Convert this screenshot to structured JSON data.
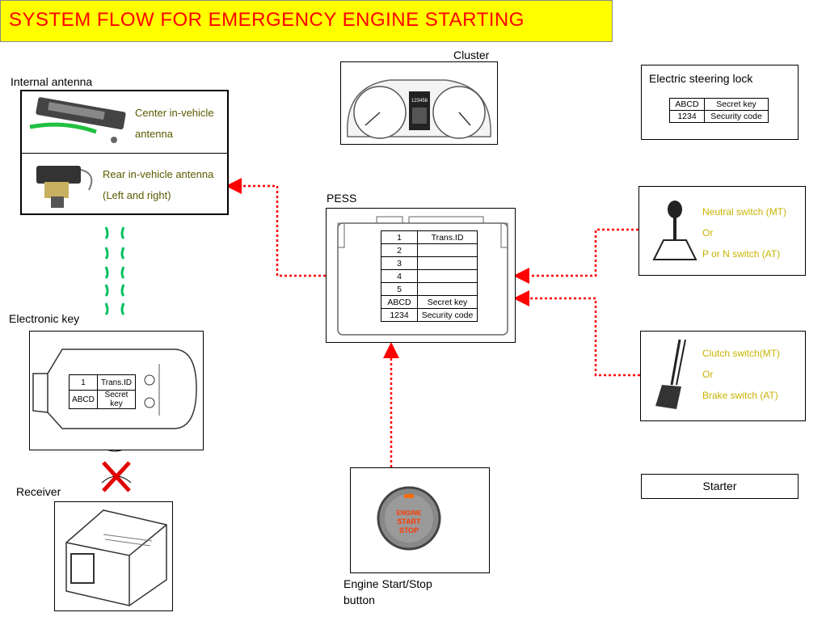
{
  "title": "SYSTEM FLOW FOR EMERGENCY ENGINE STARTING",
  "internal_antenna": {
    "label": "Internal antenna",
    "center": [
      "Center in-vehicle",
      "antenna"
    ],
    "rear": [
      "Rear in-vehicle antenna",
      "(Left and right)"
    ]
  },
  "cluster": {
    "label": "Cluster",
    "odo": "123456"
  },
  "steering_lock": {
    "label": "Electric steering lock",
    "rows": [
      [
        "ABCD",
        "Secret key"
      ],
      [
        "1234",
        "Security code"
      ]
    ]
  },
  "pess": {
    "label": "PESS",
    "rows": [
      [
        "1",
        "Trans.ID"
      ],
      [
        "2",
        ""
      ],
      [
        "3",
        ""
      ],
      [
        "4",
        ""
      ],
      [
        "5",
        ""
      ],
      [
        "ABCD",
        "Secret key"
      ],
      [
        "1234",
        "Security code"
      ]
    ]
  },
  "neutral": {
    "lines": [
      "Neutral switch (MT)",
      "Or",
      "P or N switch (AT)"
    ]
  },
  "clutch": {
    "lines": [
      "Clutch switch(MT)",
      "Or",
      "Brake switch (AT)"
    ]
  },
  "electronic_key": {
    "label": "Electronic key",
    "rows": [
      [
        "1",
        "Trans.ID"
      ],
      [
        "ABCD",
        "Secret key"
      ]
    ]
  },
  "receiver": {
    "label": "Receiver"
  },
  "start_button": {
    "label_line1": "Engine Start/Stop",
    "label_line2": "button",
    "btn": [
      "ENGINE",
      "START",
      "STOP"
    ]
  },
  "starter": {
    "label": "Starter"
  },
  "colors": {
    "title_bg": "#ffff00",
    "title_text": "#ff0000",
    "arrow": "#ff0000",
    "wave": "#00c060"
  }
}
